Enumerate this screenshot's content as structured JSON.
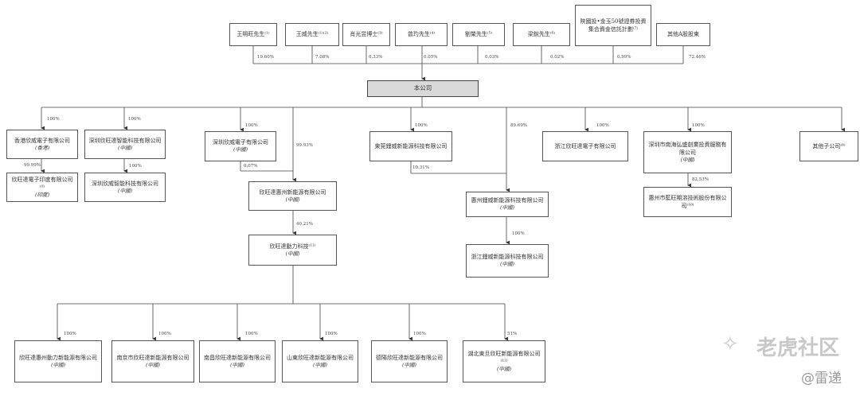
{
  "shareholders": [
    {
      "name": "王明旺先生⁽¹⁾",
      "pct": "19.60%"
    },
    {
      "name": "王威先生⁽¹⁾⁽²⁾",
      "pct": "7.08%"
    },
    {
      "name": "肖光昱博士⁽³⁾",
      "pct": "0.33%"
    },
    {
      "name": "曾玓先生⁽⁴⁾",
      "pct": "0.05%"
    },
    {
      "name": "劉榮先生⁽⁵⁾",
      "pct": "0.03%"
    },
    {
      "name": "梁銳先生⁽⁶⁾",
      "pct": "0.02%"
    },
    {
      "name": "陝國投•金玉50號證券投資集合資金信託計劃⁽⁷⁾",
      "pct": "0.99%"
    },
    {
      "name": "其他A股股東",
      "pct": "72.46%"
    }
  ],
  "company": "本公司",
  "level1": [
    {
      "name": "香港欣威電子有限公司",
      "sub": "(香港)",
      "pct": "100%"
    },
    {
      "name": "深圳欣旺達智能科技有限公司",
      "sub": "(中國)",
      "pct": "100%"
    },
    {
      "name": "深圳欣威電子有限公司",
      "sub": "(中國)",
      "pct": "100%"
    },
    {
      "name": "東莞鋰威新能源科技有限公司",
      "sub": "",
      "pct": "100%"
    },
    {
      "name": "浙江欣旺達電子有限公司",
      "sub": "",
      "pct": "100%"
    },
    {
      "name": "深圳市南海弘盛創業投資服務有限公司",
      "sub": "(中國)",
      "pct": "100%"
    },
    {
      "name": "其他子公司⁽⁸⁾",
      "sub": "",
      "pct": ""
    }
  ],
  "level2": [
    {
      "name": "欣旺達電子印度有限公司⁽⁹⁾",
      "sub": "(印度)",
      "pct": "99.99%"
    },
    {
      "name": "深圳欣威智能科技有限公司",
      "sub": "(中國)",
      "pct": "100%"
    },
    {
      "name": "欣旺達惠州新能源有限公司",
      "sub": "(中國)",
      "pct": "99.93%",
      "pct2": "0.07%"
    },
    {
      "name": "惠州鋰威新能源科技有限公司",
      "sub": "(中國)",
      "pct": "89.69%",
      "pct2": "10.31%"
    },
    {
      "name": "惠州市藍旺期溶技術股份有限公司⁽¹⁰⁾",
      "sub": "",
      "pct": "82.53%"
    }
  ],
  "level3": [
    {
      "name": "欣旺達動力科技⁽¹¹⁾",
      "sub": "(中國)",
      "pct": "40.21%"
    },
    {
      "name": "浙江鋰威新能源科技有限公司",
      "sub": "(中國)",
      "pct": "100%"
    }
  ],
  "level4": [
    {
      "name": "欣旺達惠州動力新能源有限公司",
      "sub": "(中國)",
      "pct": "100%"
    },
    {
      "name": "南京市欣旺達新能源有限公司",
      "sub": "(中國)",
      "pct": "100%"
    },
    {
      "name": "南昌欣旺達新能源有限公司",
      "sub": "(中國)",
      "pct": "100%"
    },
    {
      "name": "山東欣旺達新能源有限公司",
      "sub": "(中國)",
      "pct": "100%"
    },
    {
      "name": "德陽欣旺達新能源有限公司",
      "sub": "(中國)",
      "pct": "100%"
    },
    {
      "name": "湖北東旦欣旺新能源有限公司⁽¹²⁾",
      "sub": "(中國)",
      "pct": "51%"
    }
  ],
  "watermark": {
    "main": "老虎社区",
    "credit": "@雷递"
  }
}
